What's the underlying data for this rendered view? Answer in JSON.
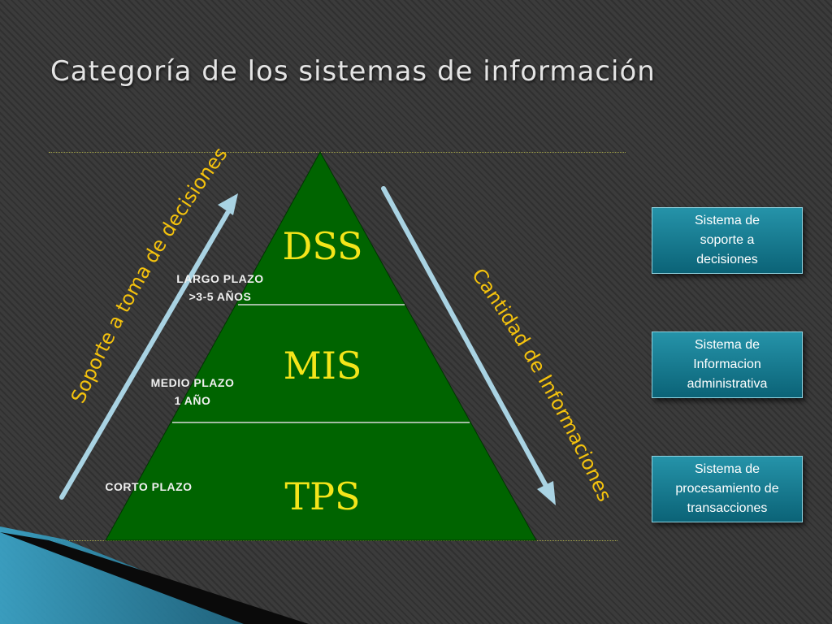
{
  "title": "Categoría de los sistemas de información",
  "pyramid": {
    "fill_color": "#006400",
    "levels": [
      {
        "label": "DSS",
        "horizon_lines": [
          "LARGO PLAZO",
          ">3-5 AÑOS"
        ]
      },
      {
        "label": "MIS",
        "horizon_lines": [
          "MEDIO PLAZO",
          "1 AÑO"
        ]
      },
      {
        "label": "TPS",
        "horizon_lines": [
          "CORTO PLAZO"
        ]
      }
    ]
  },
  "arrows": {
    "left_label": "Soporte a toma de decisiones",
    "right_label": "Cantidad de Informaciones",
    "arrow_color": "#a9d3e3",
    "text_color": "#f4c20d"
  },
  "side_boxes": [
    {
      "lines": [
        "Sistema de",
        "soporte a",
        "decisiones"
      ]
    },
    {
      "lines": [
        "Sistema de",
        "Informacion",
        "administrativa"
      ]
    },
    {
      "lines": [
        "Sistema de",
        "procesamiento de",
        "transacciones"
      ]
    }
  ],
  "colors": {
    "background": "#3b3b3b",
    "title_text": "#e4e4e4",
    "level_text": "#f4e51a",
    "box_fill": "#1a7d93",
    "corner_accent": "#2f9fc4"
  }
}
